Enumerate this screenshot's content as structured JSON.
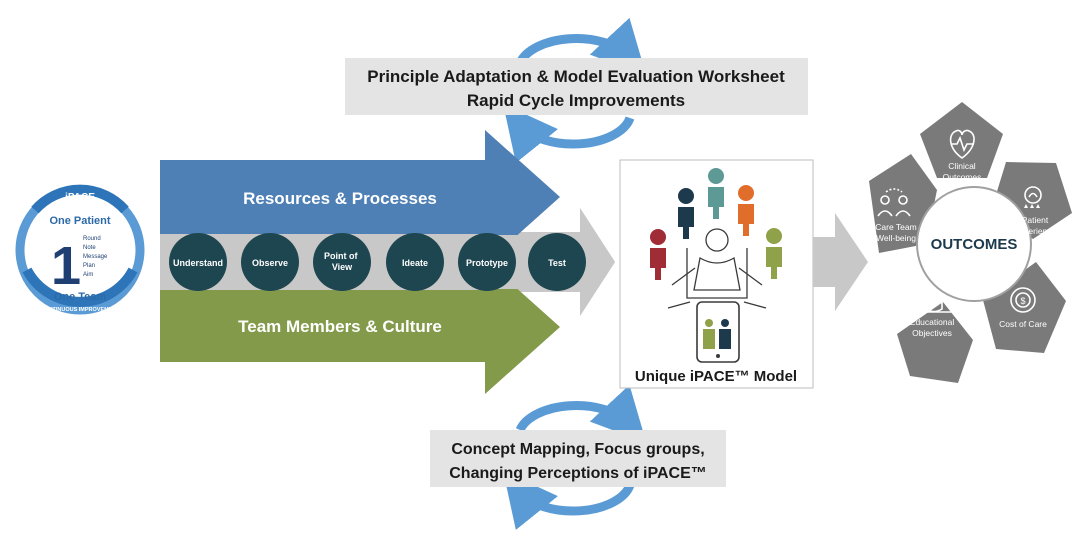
{
  "colors": {
    "blue_arrow": "#4e7fb5",
    "green_arrow": "#839a4a",
    "gray_arrow": "#c8c8c8",
    "dark_circle": "#1e4650",
    "cycle_blue": "#5b9bd5",
    "pentagon": "#7a7a7a",
    "label_box": "#e4e4e4",
    "person_red": "#a02c36",
    "person_navy": "#1c3a4c",
    "person_teal": "#5d9a96",
    "person_orange": "#e06e2a",
    "person_green": "#8fa24a"
  },
  "top_box": {
    "line1": "Principle Adaptation & Model Evaluation Worksheet",
    "line2": "Rapid Cycle Improvements"
  },
  "bottom_box": {
    "line1": "Concept Mapping, Focus groups,",
    "line2": "Changing Perceptions of iPACE™"
  },
  "ipace_logo": {
    "brand": "iPACE",
    "top_text": "One Patient",
    "numeral": "1",
    "list": [
      "Round",
      "Note",
      "Message",
      "Plan",
      "Aim"
    ],
    "bottom_text": "One Team",
    "ring_text": "CONTINUOUS IMPROVEMENT"
  },
  "arrows": {
    "resources": "Resources & Processes",
    "team": "Team Members & Culture"
  },
  "steps": [
    "Understand",
    "Observe",
    "Point of View",
    "Ideate",
    "Prototype",
    "Test"
  ],
  "model": {
    "caption": "Unique iPACE™ Model",
    "people_icon": "people-group-icon",
    "patient_icon": "patient-bed-icon",
    "tablet_icon": "tablet-icon"
  },
  "outcomes": {
    "center": "OUTCOMES",
    "segments": [
      {
        "label": "Clinical Outcomes",
        "icon": "heart-pulse-icon"
      },
      {
        "label": "Patient Experience",
        "icon": "patient-rating-icon"
      },
      {
        "label": "Cost of Care",
        "icon": "dollar-coin-icon"
      },
      {
        "label": "Educational Objectives",
        "icon": "graduation-cap-icon"
      },
      {
        "label": "Care Team Well-being",
        "icon": "care-team-icon"
      }
    ]
  }
}
